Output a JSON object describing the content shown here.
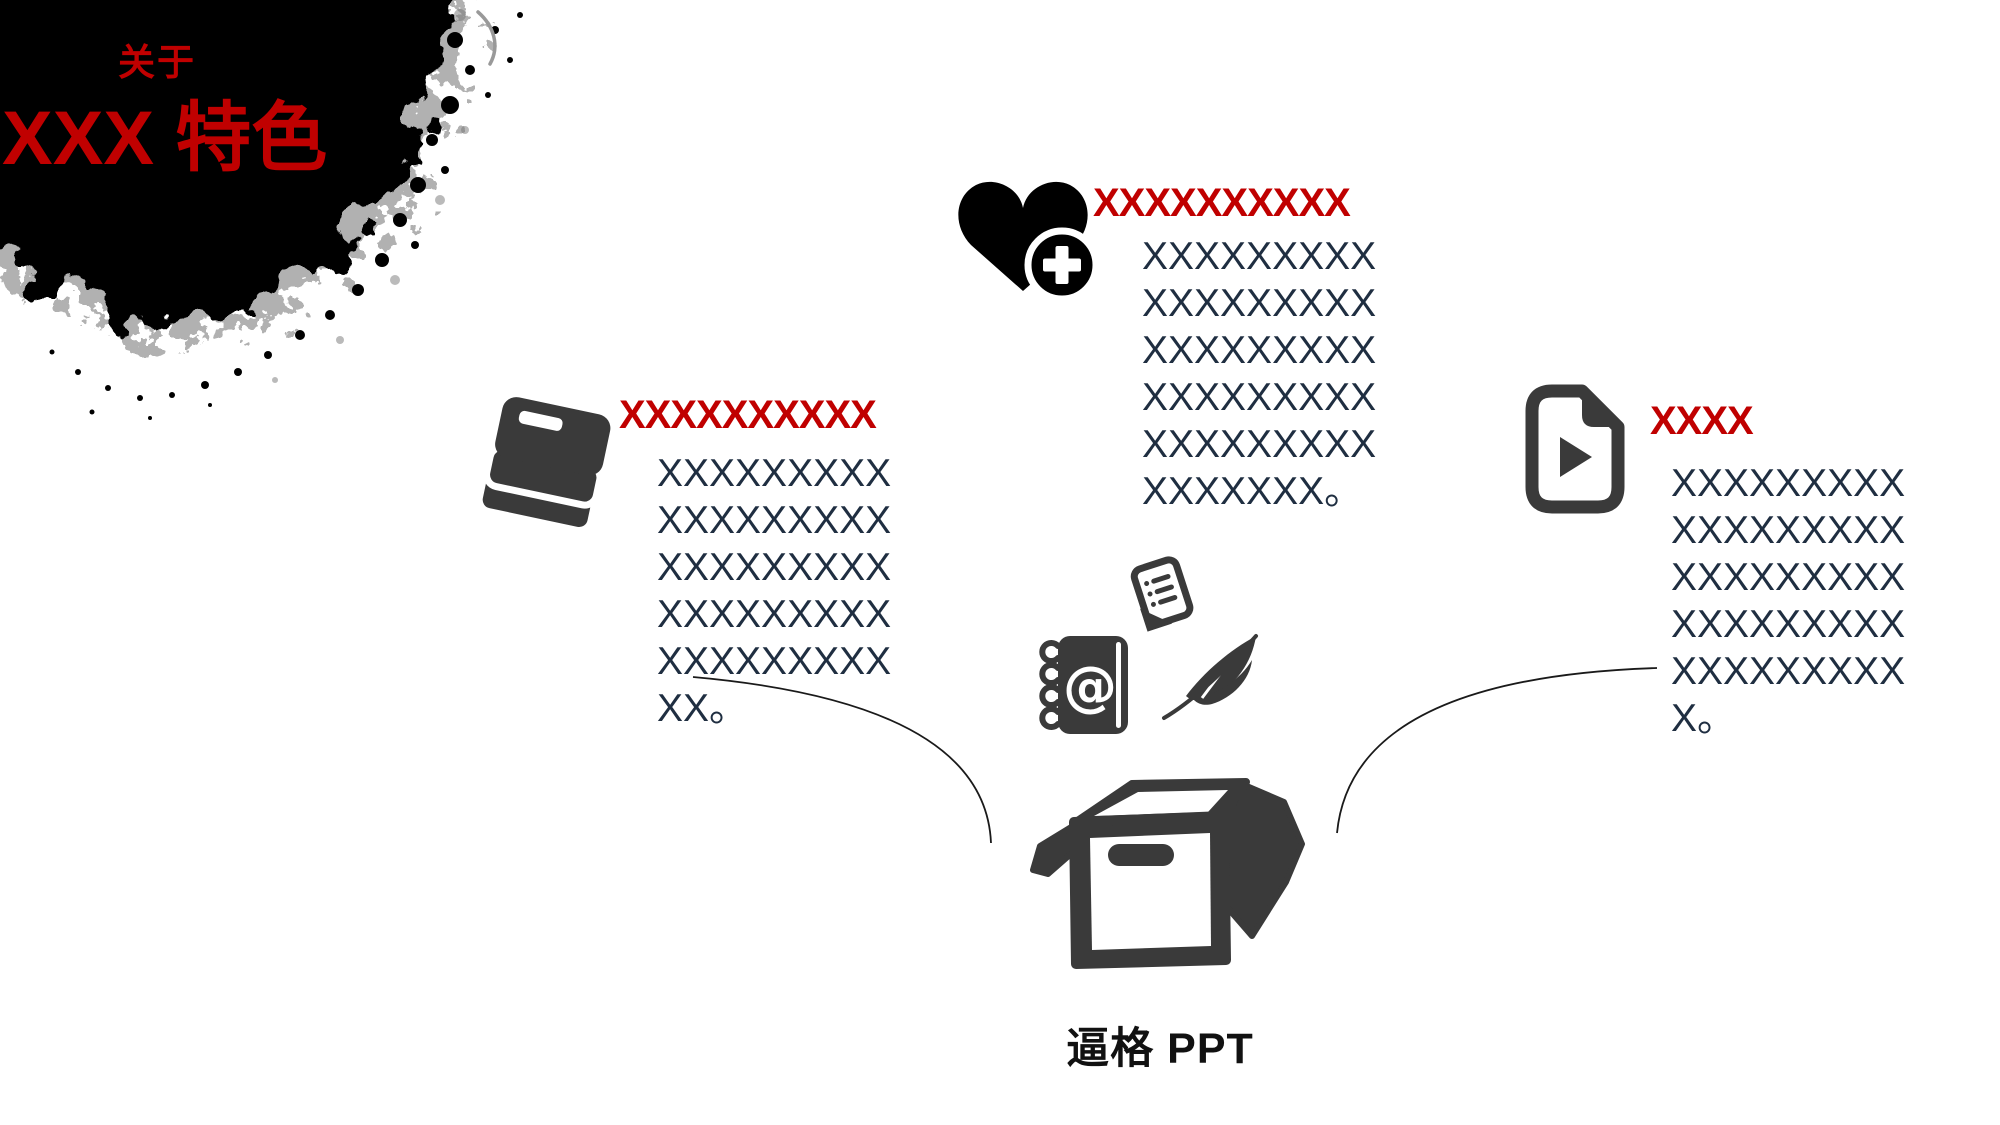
{
  "slide": {
    "eyebrow": "关于",
    "title": "XXX 特色",
    "brand": "逼格 PPT"
  },
  "features": [
    {
      "icon": "books-icon",
      "heading": "XXXXXXXXXX",
      "body": "XXXXXXXXX\nXXXXXXXXX\nXXXXXXXXX\nXXXXXXXXX\nXXXXXXXXX\nXX。"
    },
    {
      "icon": "heart-plus-icon",
      "heading": "XXXXXXXXXX",
      "body": "XXXXXXXXX\nXXXXXXXXX\nXXXXXXXXX\nXXXXXXXXX\nXXXXXXXXX\nXXXXXXX。"
    },
    {
      "icon": "video-file-icon",
      "heading": "XXXX",
      "body": "XXXXXXXXX\nXXXXXXXXX\nXXXXXXXXX\nXXXXXXXXX\nXXXXXXXXX\nX。"
    }
  ],
  "decor_icons": [
    "note-icon",
    "address-book-icon",
    "feather-icon",
    "box-icon"
  ],
  "colors": {
    "accent_red": "#c00000",
    "body_text": "#1f2e41",
    "icon_gray": "#3a3a3a",
    "ink_black": "#000000"
  }
}
